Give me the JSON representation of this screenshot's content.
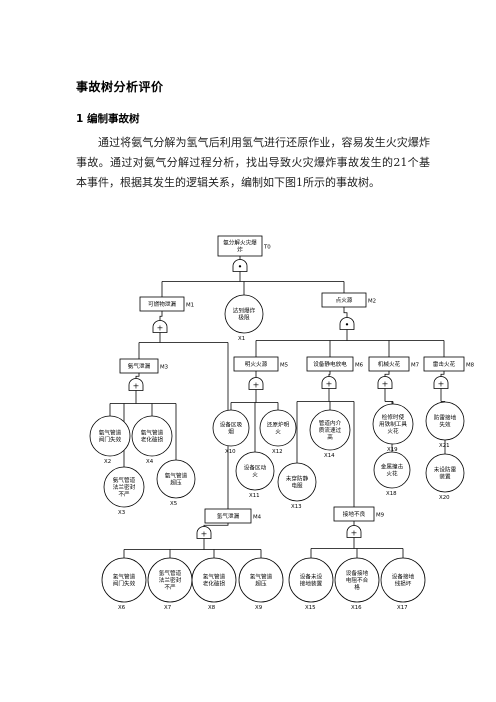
{
  "document": {
    "title": "事故树分析评价",
    "section_heading": "1  编制事故树",
    "paragraph": "通过将氨气分解为氢气后利用氢气进行还原作业，容易发生火灾爆炸事故。通过对氨气分解过程分析，找出导致火灾爆炸事故发生的21个基本事件，根据其发生的逻辑关系，编制如下图1所示的事故树。"
  },
  "fault_tree": {
    "events": {
      "T0": {
        "label": [
          "氨分解火灾爆",
          "炸"
        ],
        "code": "T0"
      },
      "M1": {
        "label": [
          "可燃物泄漏"
        ],
        "code": "M1"
      },
      "X1": {
        "label": [
          "达到爆炸",
          "极限"
        ],
        "code": "X1"
      },
      "M2": {
        "label": [
          "点火源"
        ],
        "code": "M2"
      },
      "M3": {
        "label": [
          "氨气泄漏"
        ],
        "code": "M3"
      },
      "M4": {
        "label": [
          "氢气泄漏"
        ],
        "code": "M4"
      },
      "M5": {
        "label": [
          "明火火源"
        ],
        "code": "M5"
      },
      "M6": {
        "label": [
          "设备静电放电"
        ],
        "code": "M6"
      },
      "M7": {
        "label": [
          "机械火花"
        ],
        "code": "M7"
      },
      "M8": {
        "label": [
          "雷击火花"
        ],
        "code": "M8"
      },
      "M9": {
        "label": [
          "接地不良"
        ],
        "code": "M9"
      },
      "X2": {
        "label": [
          "氨气管道",
          "阀门失效"
        ],
        "code": "X2"
      },
      "X3": {
        "label": [
          "氨气管道",
          "法兰密封",
          "不严"
        ],
        "code": "X3"
      },
      "X4": {
        "label": [
          "氨气管道",
          "老化破损"
        ],
        "code": "X4"
      },
      "X5": {
        "label": [
          "氨气管道",
          "超压"
        ],
        "code": "X5"
      },
      "X6": {
        "label": [
          "氢气管道",
          "阀门失效"
        ],
        "code": "X6"
      },
      "X7": {
        "label": [
          "氢气管道",
          "法兰密封",
          "不严"
        ],
        "code": "X7"
      },
      "X8": {
        "label": [
          "氢气管道",
          "老化破损"
        ],
        "code": "X8"
      },
      "X9": {
        "label": [
          "氢气管道",
          "超压"
        ],
        "code": "X9"
      },
      "X10": {
        "label": [
          "设备区吸",
          "烟"
        ],
        "code": "X10"
      },
      "X11": {
        "label": [
          "设备区动",
          "火"
        ],
        "code": "X11"
      },
      "X12": {
        "label": [
          "还原炉明",
          "火"
        ],
        "code": "X12"
      },
      "X13": {
        "label": [
          "未穿防静",
          "电服"
        ],
        "code": "X13"
      },
      "X14": {
        "label": [
          "管道内介",
          "质流速过",
          "高"
        ],
        "code": "X14"
      },
      "X15": {
        "label": [
          "设备未设",
          "接地装置"
        ],
        "code": "X15"
      },
      "X16": {
        "label": [
          "设备接地",
          "电阻不合",
          "格"
        ],
        "code": "X16"
      },
      "X17": {
        "label": [
          "设备接地",
          "线损坏"
        ],
        "code": "X17"
      },
      "X18": {
        "label": [
          "金属撞击",
          "火花"
        ],
        "code": "X18"
      },
      "X19": {
        "label": [
          "检修时使",
          "用铁制工具",
          "火花"
        ],
        "code": "X19"
      },
      "X20": {
        "label": [
          "未设防雷",
          "装置"
        ],
        "code": "X20"
      },
      "X21": {
        "label": [
          "防雷接地",
          "失效"
        ],
        "code": "X21"
      }
    },
    "gates": {
      "G0": {
        "type": "AND",
        "symbol": "•"
      },
      "G1": {
        "type": "OR",
        "symbol": "+"
      },
      "G2": {
        "type": "AND",
        "symbol": "•"
      },
      "G3": {
        "type": "OR",
        "symbol": "+"
      },
      "G4": {
        "type": "OR",
        "symbol": "+"
      },
      "G5": {
        "type": "OR",
        "symbol": "+"
      },
      "G6": {
        "type": "OR",
        "symbol": "+"
      },
      "G7": {
        "type": "OR",
        "symbol": "+"
      },
      "G8": {
        "type": "OR",
        "symbol": "+"
      },
      "G9": {
        "type": "OR",
        "symbol": "+"
      }
    },
    "links": [
      [
        "T0",
        "G0"
      ],
      [
        "G0",
        "M1"
      ],
      [
        "G0",
        "X1"
      ],
      [
        "G0",
        "M2"
      ],
      [
        "M1",
        "G1"
      ],
      [
        "G1",
        "M3"
      ],
      [
        "G1",
        "M4"
      ],
      [
        "M3",
        "G3"
      ],
      [
        "G3",
        "X2"
      ],
      [
        "G3",
        "X3"
      ],
      [
        "G3",
        "X4"
      ],
      [
        "G3",
        "X5"
      ],
      [
        "M4",
        "G4"
      ],
      [
        "G4",
        "X6"
      ],
      [
        "G4",
        "X7"
      ],
      [
        "G4",
        "X8"
      ],
      [
        "G4",
        "X9"
      ],
      [
        "M2",
        "G2"
      ],
      [
        "G2",
        "M5"
      ],
      [
        "G2",
        "M6"
      ],
      [
        "G2",
        "M7"
      ],
      [
        "G2",
        "M8"
      ],
      [
        "M5",
        "G5"
      ],
      [
        "G5",
        "X10"
      ],
      [
        "G5",
        "X11"
      ],
      [
        "G5",
        "X12"
      ],
      [
        "M6",
        "G6"
      ],
      [
        "G6",
        "X13"
      ],
      [
        "G6",
        "X14"
      ],
      [
        "G6",
        "M9"
      ],
      [
        "M9",
        "G9"
      ],
      [
        "G9",
        "X15"
      ],
      [
        "G9",
        "X16"
      ],
      [
        "G9",
        "X17"
      ],
      [
        "M7",
        "G7"
      ],
      [
        "G7",
        "X18"
      ],
      [
        "G7",
        "X19"
      ],
      [
        "M8",
        "G8"
      ],
      [
        "G8",
        "X20"
      ],
      [
        "G8",
        "X21"
      ]
    ]
  }
}
